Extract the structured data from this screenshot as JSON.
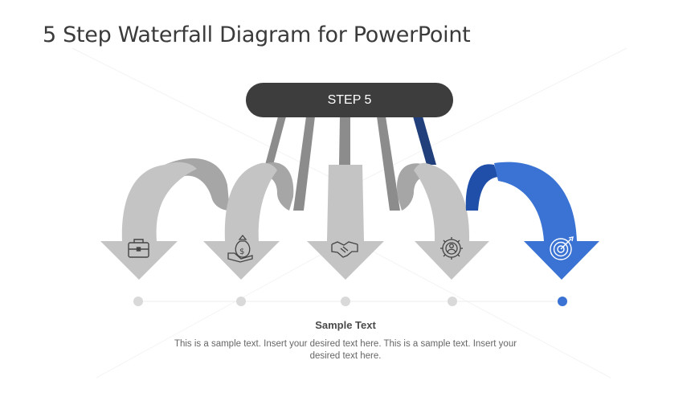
{
  "slide": {
    "title": "5 Step Waterfall Diagram for PowerPoint"
  },
  "header_pill": {
    "label": "STEP 5"
  },
  "steps": [
    {
      "icon": "briefcase-icon",
      "highlighted": false
    },
    {
      "icon": "money-bag-hand-icon",
      "highlighted": false
    },
    {
      "icon": "handshake-icon",
      "highlighted": false
    },
    {
      "icon": "gear-person-icon",
      "highlighted": false
    },
    {
      "icon": "target-arrow-icon",
      "highlighted": true
    }
  ],
  "description": {
    "title": "Sample Text",
    "body": "This is a sample text.  Insert your desired text here. This is a sample text. Insert your desired text here."
  },
  "colors": {
    "arrow_gray": "#c4c4c4",
    "arrow_gray_dark": "#a6a6a6",
    "connector_gray": "#8c8c8c",
    "highlight_blue": "#3a73d3",
    "highlight_blue_dark": "#1f4fa8",
    "connector_blue": "#213f7a",
    "pill_dark": "#3d3d3d",
    "dot_gray": "#d9d9d9",
    "dot_blue": "#3a73d3"
  }
}
